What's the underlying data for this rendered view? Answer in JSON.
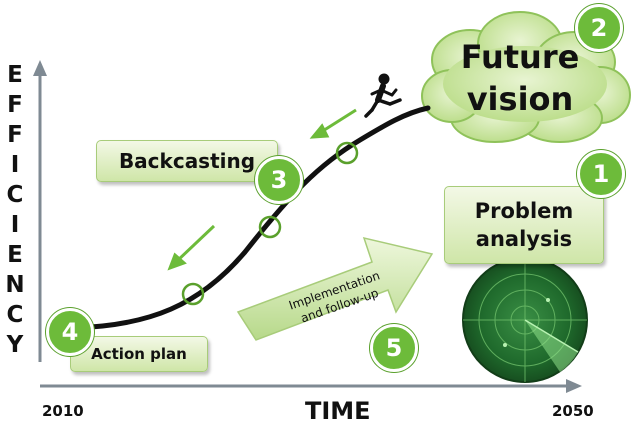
{
  "axis": {
    "y_label_letters": [
      "E",
      "F",
      "F",
      "I",
      "C",
      "I",
      "E",
      "N",
      "C",
      "Y"
    ],
    "x_label": "TIME",
    "x_start": "2010",
    "x_end": "2050"
  },
  "steps": {
    "problem_analysis": {
      "number": "1",
      "line1": "Problem",
      "line2": "analysis"
    },
    "future_vision": {
      "number": "2",
      "line1": "Future",
      "line2": "vision"
    },
    "backcasting": {
      "number": "3",
      "label": "Backcasting"
    },
    "action_plan": {
      "number": "4",
      "label": "Action plan"
    },
    "implementation": {
      "number": "5",
      "line1": "Implementation",
      "line2": "and follow-up"
    }
  },
  "icons": [
    "runner-icon",
    "radar-icon"
  ],
  "colors": {
    "accent_green": "#6dbb3a",
    "box_green": "#cfe6a8",
    "cloud_green": "#c8e49a",
    "radar_dark": "#1f5f2a",
    "axis_gray": "#7f8a93",
    "curve": "#111111"
  }
}
